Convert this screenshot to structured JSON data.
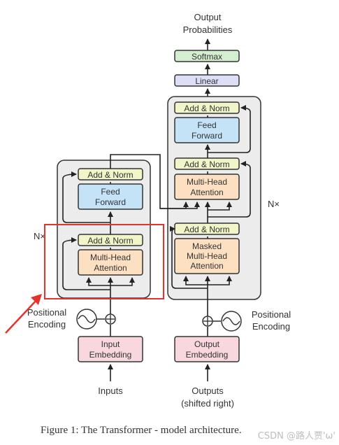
{
  "diagram": {
    "output_probabilities": [
      "Output",
      "Probabilities"
    ],
    "softmax": "Softmax",
    "linear": "Linear",
    "decoder": {
      "add_norm_top": "Add & Norm",
      "feed_forward": [
        "Feed",
        "Forward"
      ],
      "add_norm_mid": "Add & Norm",
      "multi_head_attention": [
        "Multi-Head",
        "Attention"
      ],
      "add_norm_bottom": "Add & Norm",
      "masked_attention": [
        "Masked",
        "Multi-Head",
        "Attention"
      ],
      "repeat_label": "N×"
    },
    "encoder": {
      "add_norm_top": "Add & Norm",
      "feed_forward": [
        "Feed",
        "Forward"
      ],
      "add_norm_bottom": "Add & Norm",
      "multi_head_attention": [
        "Multi-Head",
        "Attention"
      ],
      "repeat_label": "N×"
    },
    "positional_encoding_left": [
      "Positional",
      "Encoding"
    ],
    "positional_encoding_right": [
      "Positional",
      "Encoding"
    ],
    "input_embedding": [
      "Input",
      "Embedding"
    ],
    "output_embedding": [
      "Output",
      "Embedding"
    ],
    "inputs": "Inputs",
    "outputs": [
      "Outputs",
      "(shifted right)"
    ],
    "caption": "Figure 1: The Transformer - model architecture.",
    "watermark": "CSDN @路人贾'ω'",
    "colors": {
      "add_norm": "#f1f5c8",
      "feed_forward": "#c5e3f6",
      "attention": "#fde0c2",
      "embedding": "#f8d7de",
      "softmax": "#d4efd0",
      "linear": "#dcdff5",
      "block_bg": "#ececec",
      "highlight": "#e5322d"
    }
  }
}
